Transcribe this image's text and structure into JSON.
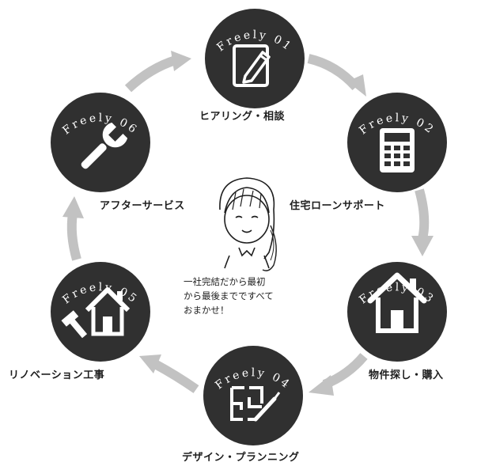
{
  "theme": {
    "circle_fill": "#303030",
    "arrow_color": "#c2c2c2",
    "icon_color": "#ffffff",
    "text_color": "#1e1e1e"
  },
  "steps": [
    {
      "badge": "Freely 01",
      "label": "ヒアリング・相談",
      "icon": "pencil-notepad-icon"
    },
    {
      "badge": "Freely 02",
      "label": "住宅ローンサポート",
      "icon": "calculator-icon"
    },
    {
      "badge": "Freely 03",
      "label": "物件探し・購入",
      "icon": "house-icon"
    },
    {
      "badge": "Freely 04",
      "label": "デザイン・プランニング",
      "icon": "floor-plan-brush-icon"
    },
    {
      "badge": "Freely 05",
      "label": "リノベーション工事",
      "icon": "house-hammer-icon"
    },
    {
      "badge": "Freely 06",
      "label": "アフターサービス",
      "icon": "wrench-icon"
    }
  ],
  "center": {
    "character": "woman-illustration",
    "message_lines": [
      "一社完結だから最初",
      "から最後までですべて",
      "おまかせ！"
    ]
  }
}
